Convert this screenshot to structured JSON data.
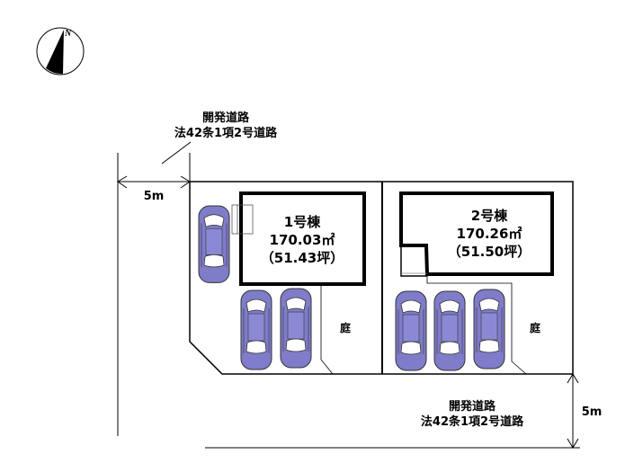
{
  "compass": {
    "north_label": "N"
  },
  "top_road": {
    "line1": "開発道路",
    "line2": "法42条1項2号道路",
    "width": "5m"
  },
  "bottom_road": {
    "line1": "開発道路",
    "line2": "法42条1項2号道路",
    "width": "5m"
  },
  "lots": [
    {
      "name": "1号棟",
      "area_m2": "170.03㎡",
      "area_tsubo": "（51.43坪）",
      "garden": "庭"
    },
    {
      "name": "2号棟",
      "area_m2": "170.26㎡",
      "area_tsubo": "（51.50坪）",
      "garden": "庭"
    }
  ],
  "colors": {
    "car": "#7f7cc9",
    "line": "#000000"
  }
}
